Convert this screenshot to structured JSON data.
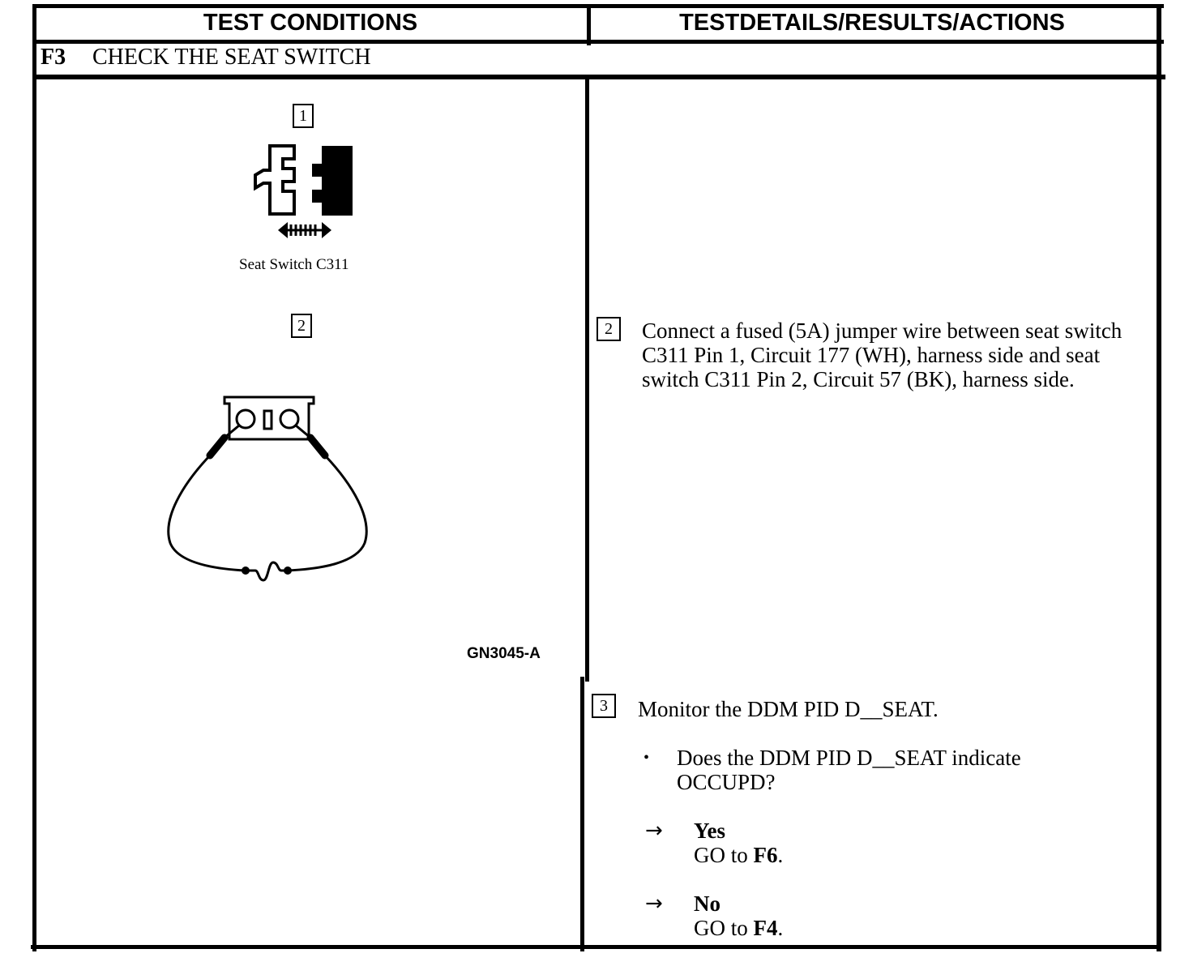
{
  "table": {
    "col_left_header": "TEST CONDITIONS",
    "col_right_header": "TESTDETAILS/RESULTS/ACTIONS"
  },
  "section": {
    "code": "F3",
    "title": "CHECK THE SEAT SWITCH"
  },
  "illustration": {
    "step1_label": "1",
    "step1_caption": "Seat Switch C311",
    "step2_label": "2",
    "figure_code": "GN3045-A"
  },
  "steps": {
    "step2": {
      "number": "2",
      "text": "Connect a fused (5A) jumper wire between seat switch C311 Pin 1, Circuit 177 (WH), harness side and seat switch C311 Pin 2, Circuit 57 (BK), harness side."
    },
    "step3": {
      "number": "3",
      "text": "Monitor the DDM PID D__SEAT.",
      "bullet": "•",
      "question": "Does the DDM PID D__SEAT indicate OCCUPD?",
      "answers": [
        {
          "arrow": "→",
          "label": "Yes",
          "action_prefix": "GO to ",
          "target": "F6",
          "suffix": "."
        },
        {
          "arrow": "→",
          "label": "No",
          "action_prefix": "GO to ",
          "target": "F4",
          "suffix": "."
        }
      ]
    }
  }
}
